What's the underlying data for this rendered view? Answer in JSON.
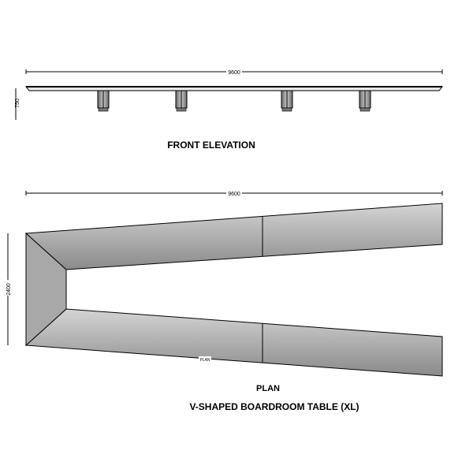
{
  "elevation": {
    "title": "FRONT ELEVATION",
    "length_dim": "9600",
    "height_dim": "750"
  },
  "plan": {
    "label": "PLAN",
    "inner_label": "PLAN",
    "length_dim": "9600",
    "width_dim": "2400"
  },
  "drawing_title": "V-SHAPED BOARDROOM TABLE (XL)"
}
